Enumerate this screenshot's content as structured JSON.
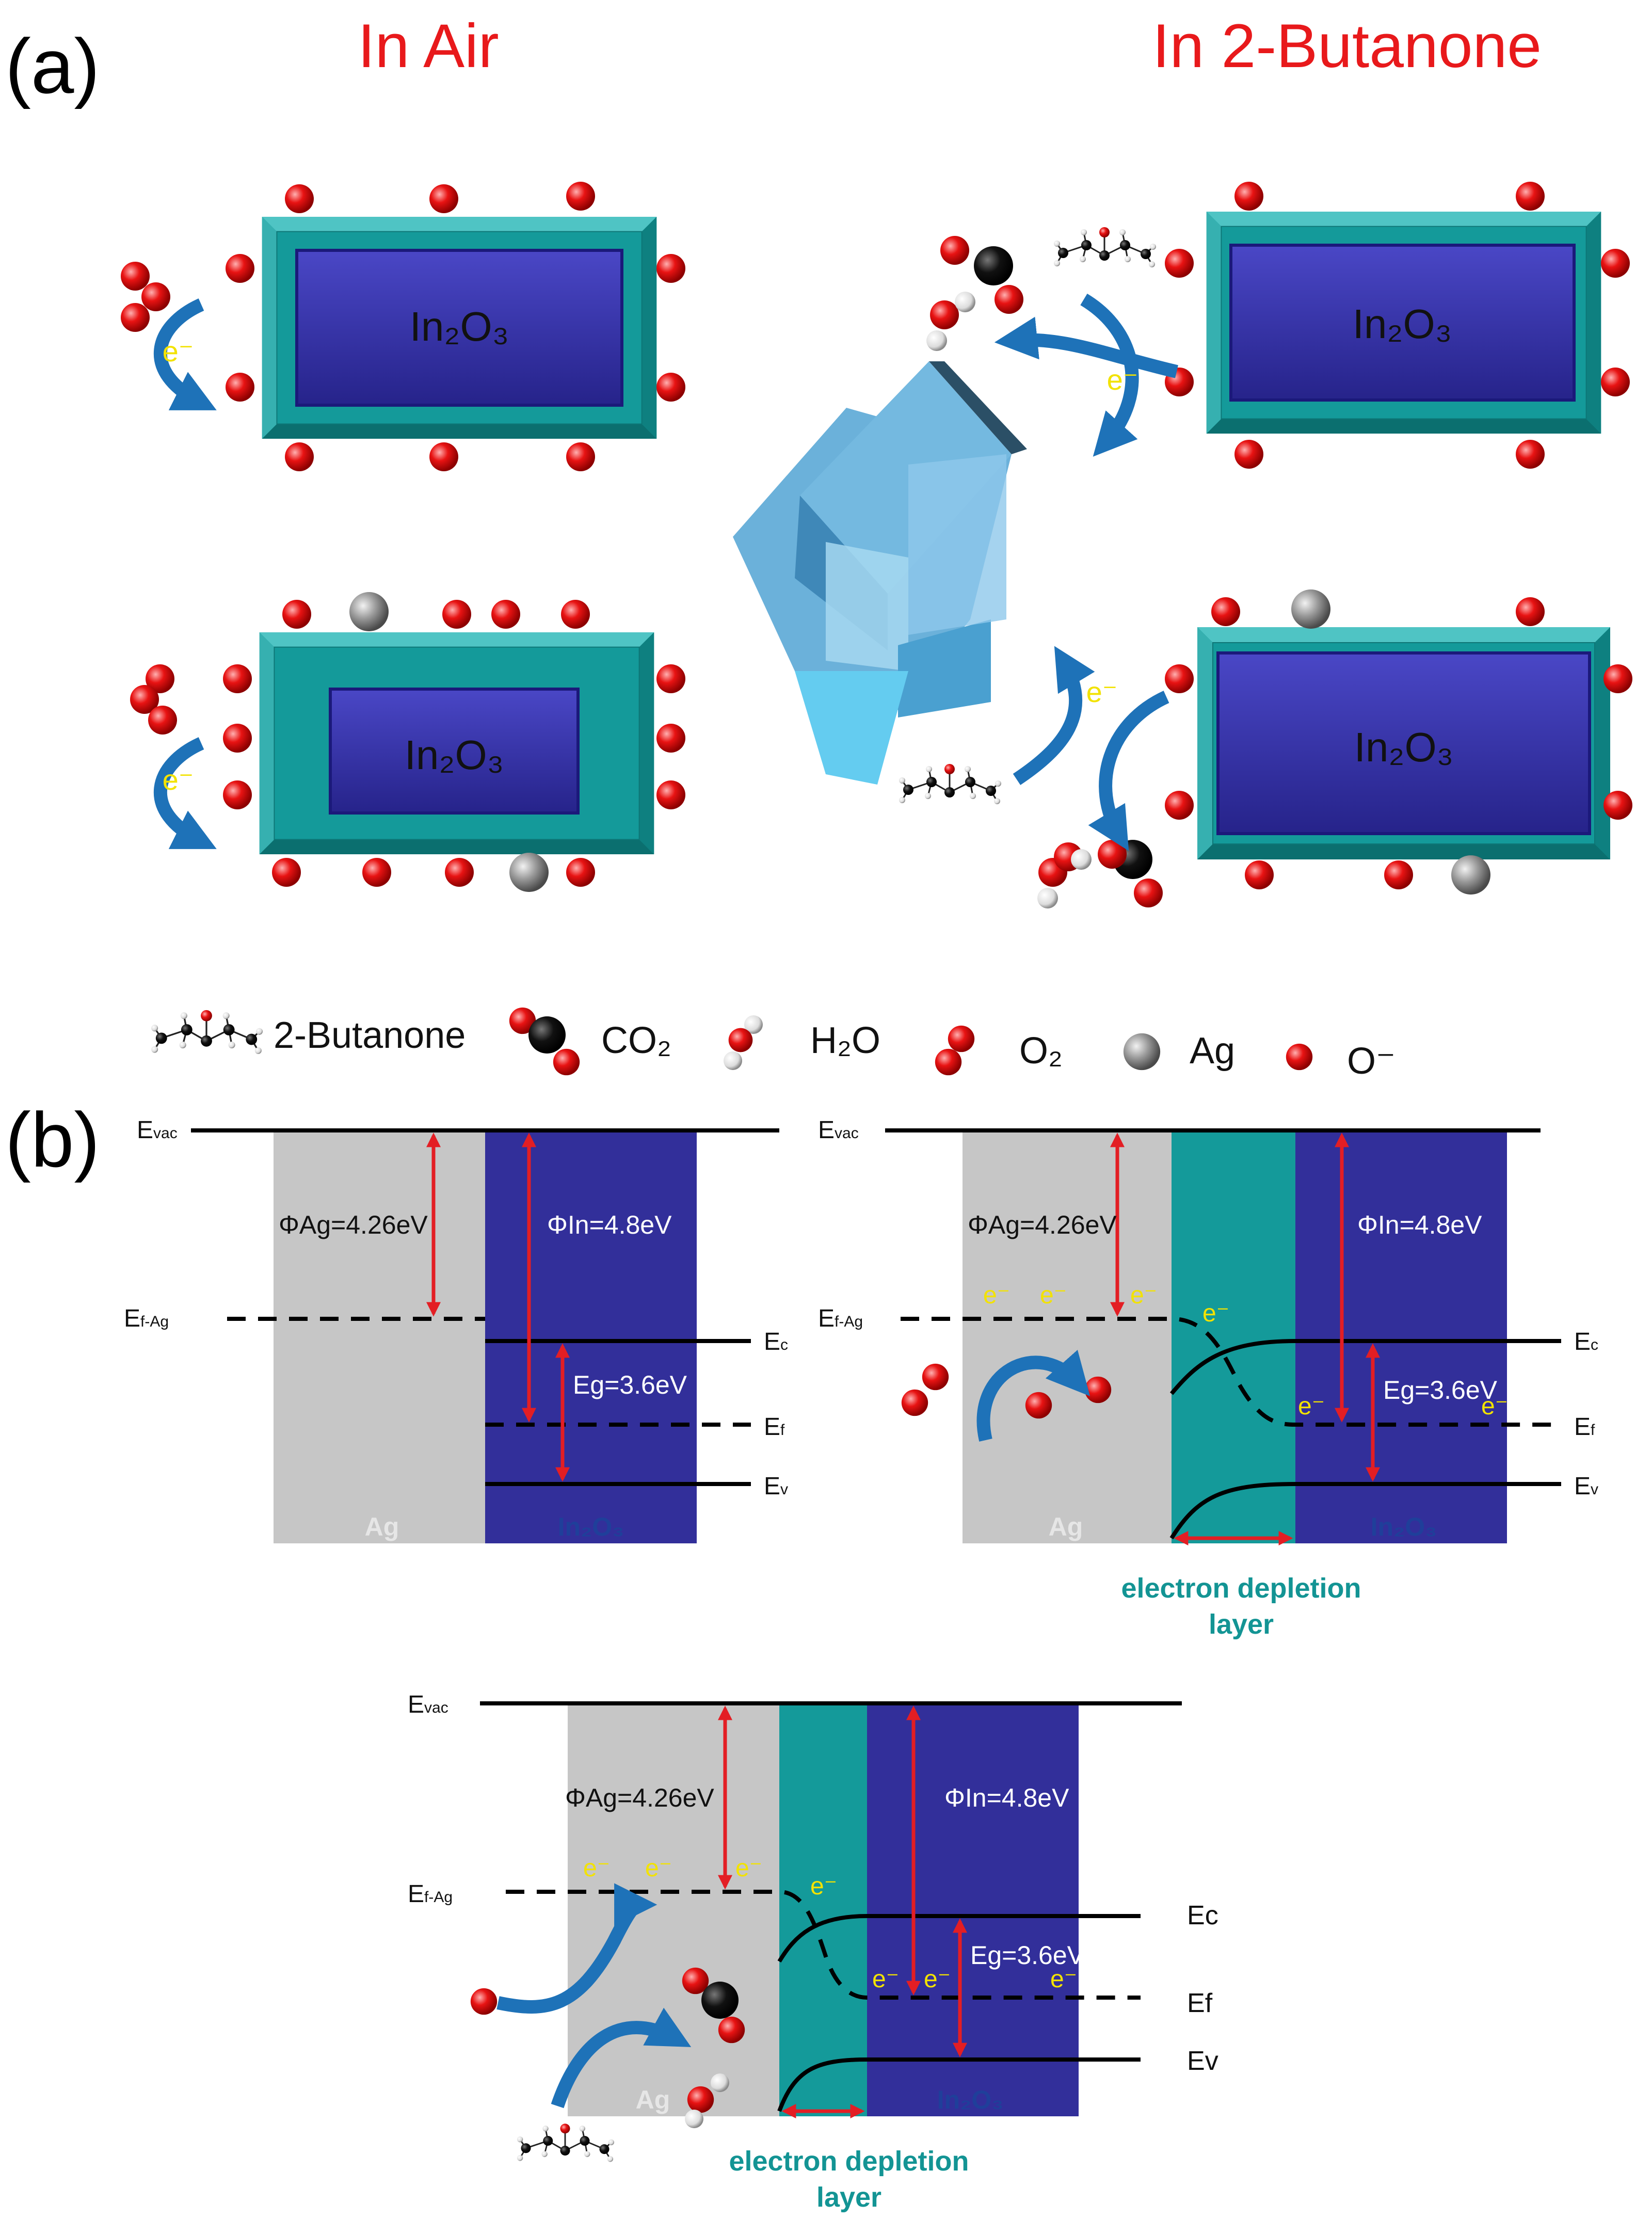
{
  "panel_a": {
    "label": "(a)",
    "title_air": "In Air",
    "title_butanone": "In 2-Butanone",
    "crystal_label": "In₂O₃",
    "electron": "e⁻"
  },
  "legend": {
    "butanone": "2-Butanone",
    "co2": "CO₂",
    "h2o": "H₂O",
    "o2": "O₂",
    "ag": "Ag",
    "o_minus": "O⁻"
  },
  "panel_b": {
    "label": "(b)",
    "evac": "E",
    "evac_sub": "vac",
    "efag": "E",
    "efag_sub": "f-Ag",
    "ec": "E",
    "ec_sub": "c",
    "ef": "E",
    "ef_sub": "f",
    "ev": "E",
    "ev_sub": "v",
    "phi_ag": "ΦAg=4.26eV",
    "phi_in": "ΦIn=4.8eV",
    "eg": "Eg=3.6eV",
    "ag_label": "Ag",
    "in2o3_label": "In₂O₃",
    "depletion_line1": "electron depletion",
    "depletion_line2": "layer",
    "electron": "e⁻"
  },
  "colors": {
    "title_red": "#e8191b",
    "teal": "#149a9a",
    "indigo": "#322f9a",
    "ag_gray": "#c6c6c6",
    "arrow_red": "#e31e24",
    "electron_yellow": "#f2e200",
    "swirl_blue": "#1e72b8",
    "depletion_text": "#139494"
  }
}
